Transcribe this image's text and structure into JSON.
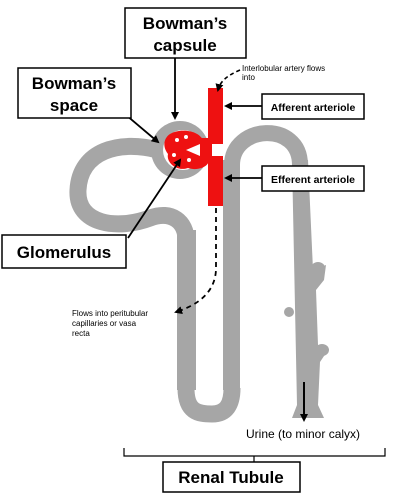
{
  "labels": {
    "bowmans_capsule": [
      "Bowman’s",
      "capsule"
    ],
    "bowmans_space": [
      "Bowman’s",
      "space"
    ],
    "glomerulus": "Glomerulus",
    "interlobular_note": [
      "Interlobular artery flows",
      "into"
    ],
    "afferent": "Afferent arteriole",
    "efferent": "Efferent arteriole",
    "peritubular_note": [
      "Flows into peritubular",
      "capillaries or vasa",
      "recta"
    ],
    "urine": "Urine (to minor calyx)",
    "renal_tubule": "Renal Tubule"
  },
  "colors": {
    "tubule": "#a6a6a6",
    "arteriole": "#ee1111",
    "line": "#000000",
    "box_border": "#000000",
    "background": "#ffffff"
  }
}
